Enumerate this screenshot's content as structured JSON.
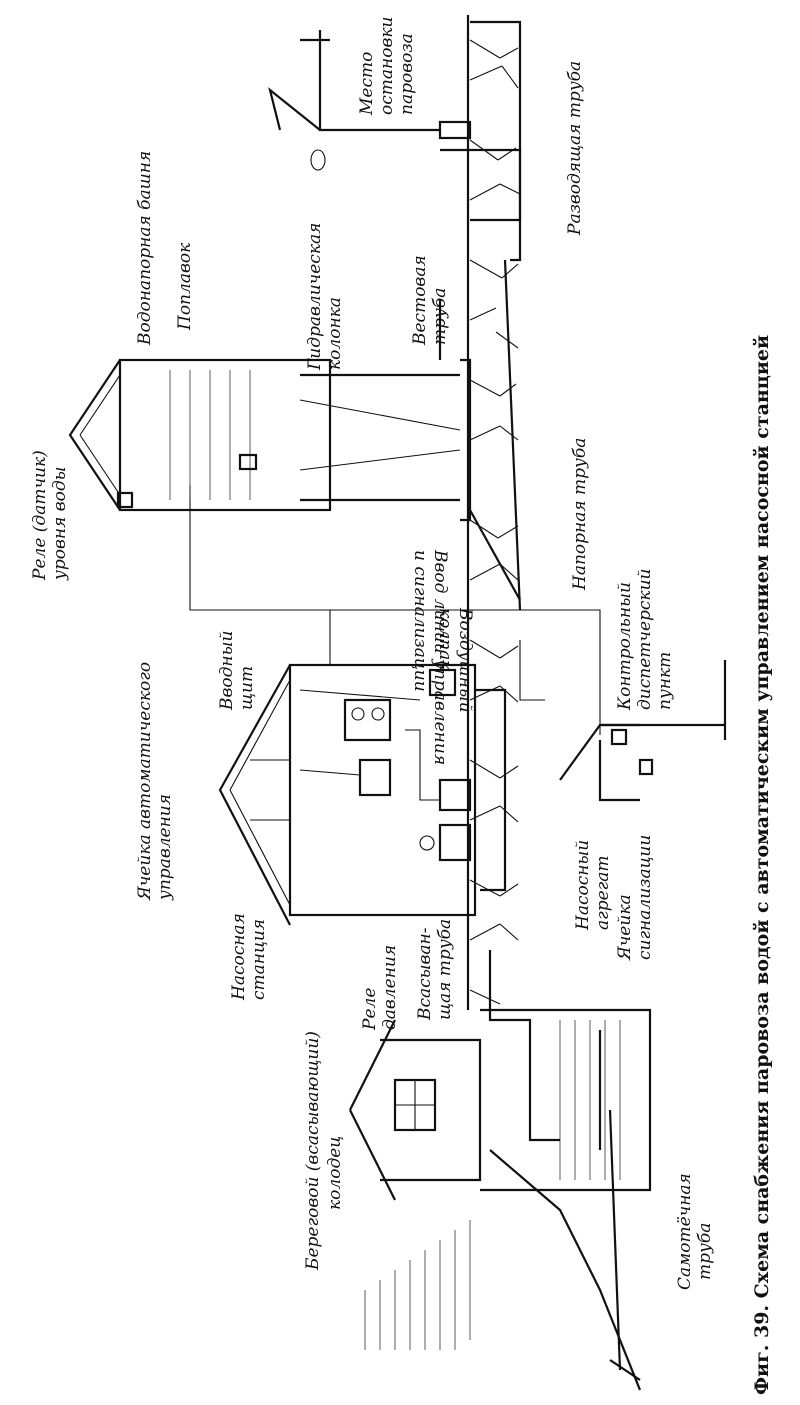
{
  "figure": {
    "caption": "Фиг. 39. Схема снабжения паровоза водой с автоматическим управлением насосной станцией"
  },
  "labels": {
    "coastal_well": [
      "Береговой (всасывающий)",
      "колодец"
    ],
    "gravity_pipe": [
      "Самотёчная",
      "труба"
    ],
    "pressure_relay": [
      "Реле",
      "давления"
    ],
    "suction_pipe": [
      "Всасыван-",
      "щая труба"
    ],
    "pump_station": [
      "Насосная",
      "станция"
    ],
    "auto_control_cell": [
      "Ячейка автоматического",
      "управления"
    ],
    "input_panel": [
      "Вводный",
      "щит"
    ],
    "pump_unit": [
      "Насосный",
      "агрегат"
    ],
    "signal_cell": [
      "Ячейка",
      "сигнализации"
    ],
    "control_point": [
      "Контрольный",
      "диспетчерский",
      "пункт"
    ],
    "air_cap": [
      "Воздушный",
      "колпак"
    ],
    "line_input": [
      "Ввод линии управления",
      "и сигнализации"
    ],
    "water_level_relay": [
      "Реле (датчик)",
      "уровня воды"
    ],
    "pressure_pipe": [
      "Напорная труба"
    ],
    "water_tower": [
      "Водонапорная башня"
    ],
    "float": [
      "Поплавок"
    ],
    "hydraulic_column": [
      "Гидравлическая",
      "колонка"
    ],
    "vent_pipe": [
      "Вестовая",
      "труба"
    ],
    "distribution_pipe": [
      "Разводящая труба"
    ],
    "loco_stop": [
      "Место",
      "остановки",
      "паровоза"
    ]
  }
}
